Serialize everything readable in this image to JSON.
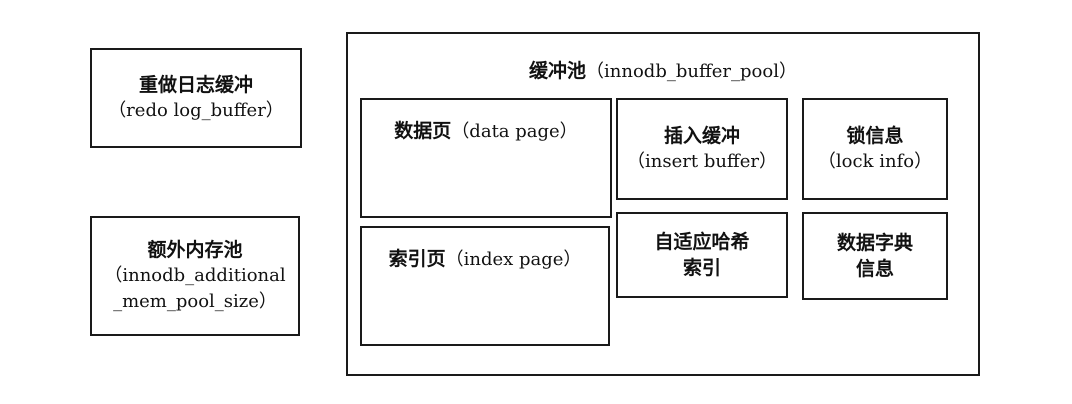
{
  "redo_buffer": {
    "title": "重做日志缓冲",
    "subtitle": "（redo log_buffer）"
  },
  "additional_pool": {
    "title": "额外内存池",
    "line1": "（innodb_additional",
    "line2": "_mem_pool_size）"
  },
  "buffer_pool": {
    "title_cn": "缓冲池",
    "title_en": "（innodb_buffer_pool）",
    "data_page": {
      "cn": "数据页",
      "en": "（data page）"
    },
    "index_page": {
      "cn": "索引页",
      "en": "（index page）"
    },
    "insert_buffer": {
      "title": "插入缓冲",
      "subtitle": "（insert buffer）"
    },
    "lock_info": {
      "title": "锁信息",
      "subtitle": "（lock info）"
    },
    "adaptive_hash": {
      "line1": "自适应哈希",
      "line2": "索引"
    },
    "data_dictionary": {
      "line1": "数据字典",
      "line2": "信息"
    }
  }
}
